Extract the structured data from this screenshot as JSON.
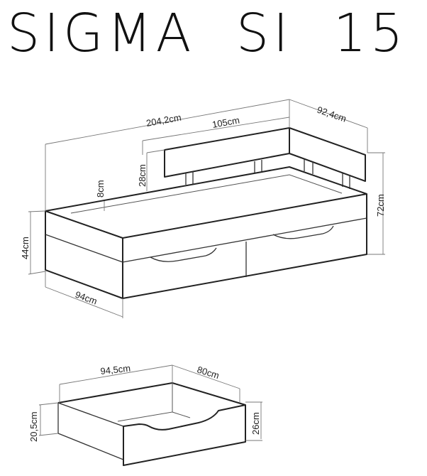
{
  "title": "SIGMA  SI  15",
  "bed": {
    "dimensions": {
      "total_length": "204,2cm",
      "headboard_length": "105cm",
      "headboard_depth": "92,4cm",
      "total_height": "72cm",
      "headboard_height": "28cm",
      "rail_height": "8cm",
      "bed_height": "44cm",
      "bed_width": "94cm"
    }
  },
  "drawer": {
    "dimensions": {
      "length": "94,5cm",
      "depth": "80cm",
      "side_height": "20,5cm",
      "front_height": "26cm"
    }
  },
  "colors": {
    "line": "#222222",
    "dimension_line": "#777777",
    "background": "#ffffff"
  }
}
